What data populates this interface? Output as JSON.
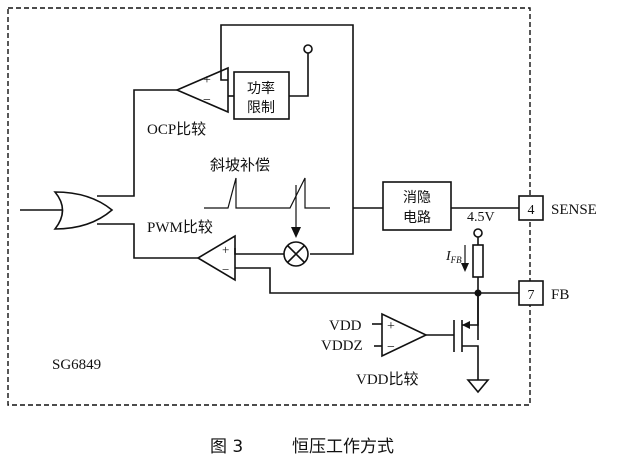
{
  "chip": "SG6849",
  "blocks": {
    "power_limit": [
      "功率",
      "限制"
    ],
    "blanking": [
      "消隐",
      "电路"
    ]
  },
  "labels": {
    "ocp": "OCP比较",
    "pwm": "PWM比较",
    "slope": "斜坡补偿",
    "vdd_cmp": "VDD比较",
    "vdd": "VDD",
    "vddz": "VDDZ",
    "voltage": "4.5V",
    "ifb_main": "I",
    "ifb_sub": "FB"
  },
  "pins": [
    {
      "number": "4",
      "name": "SENSE"
    },
    {
      "number": "7",
      "name": "FB"
    }
  ],
  "opamp_signs": {
    "ocp": [
      "+",
      "−"
    ],
    "pwm": [
      "+",
      "−"
    ],
    "vdd": [
      "+",
      "−"
    ]
  },
  "caption": {
    "figure": "图 3",
    "title": "恒压工作方式"
  }
}
